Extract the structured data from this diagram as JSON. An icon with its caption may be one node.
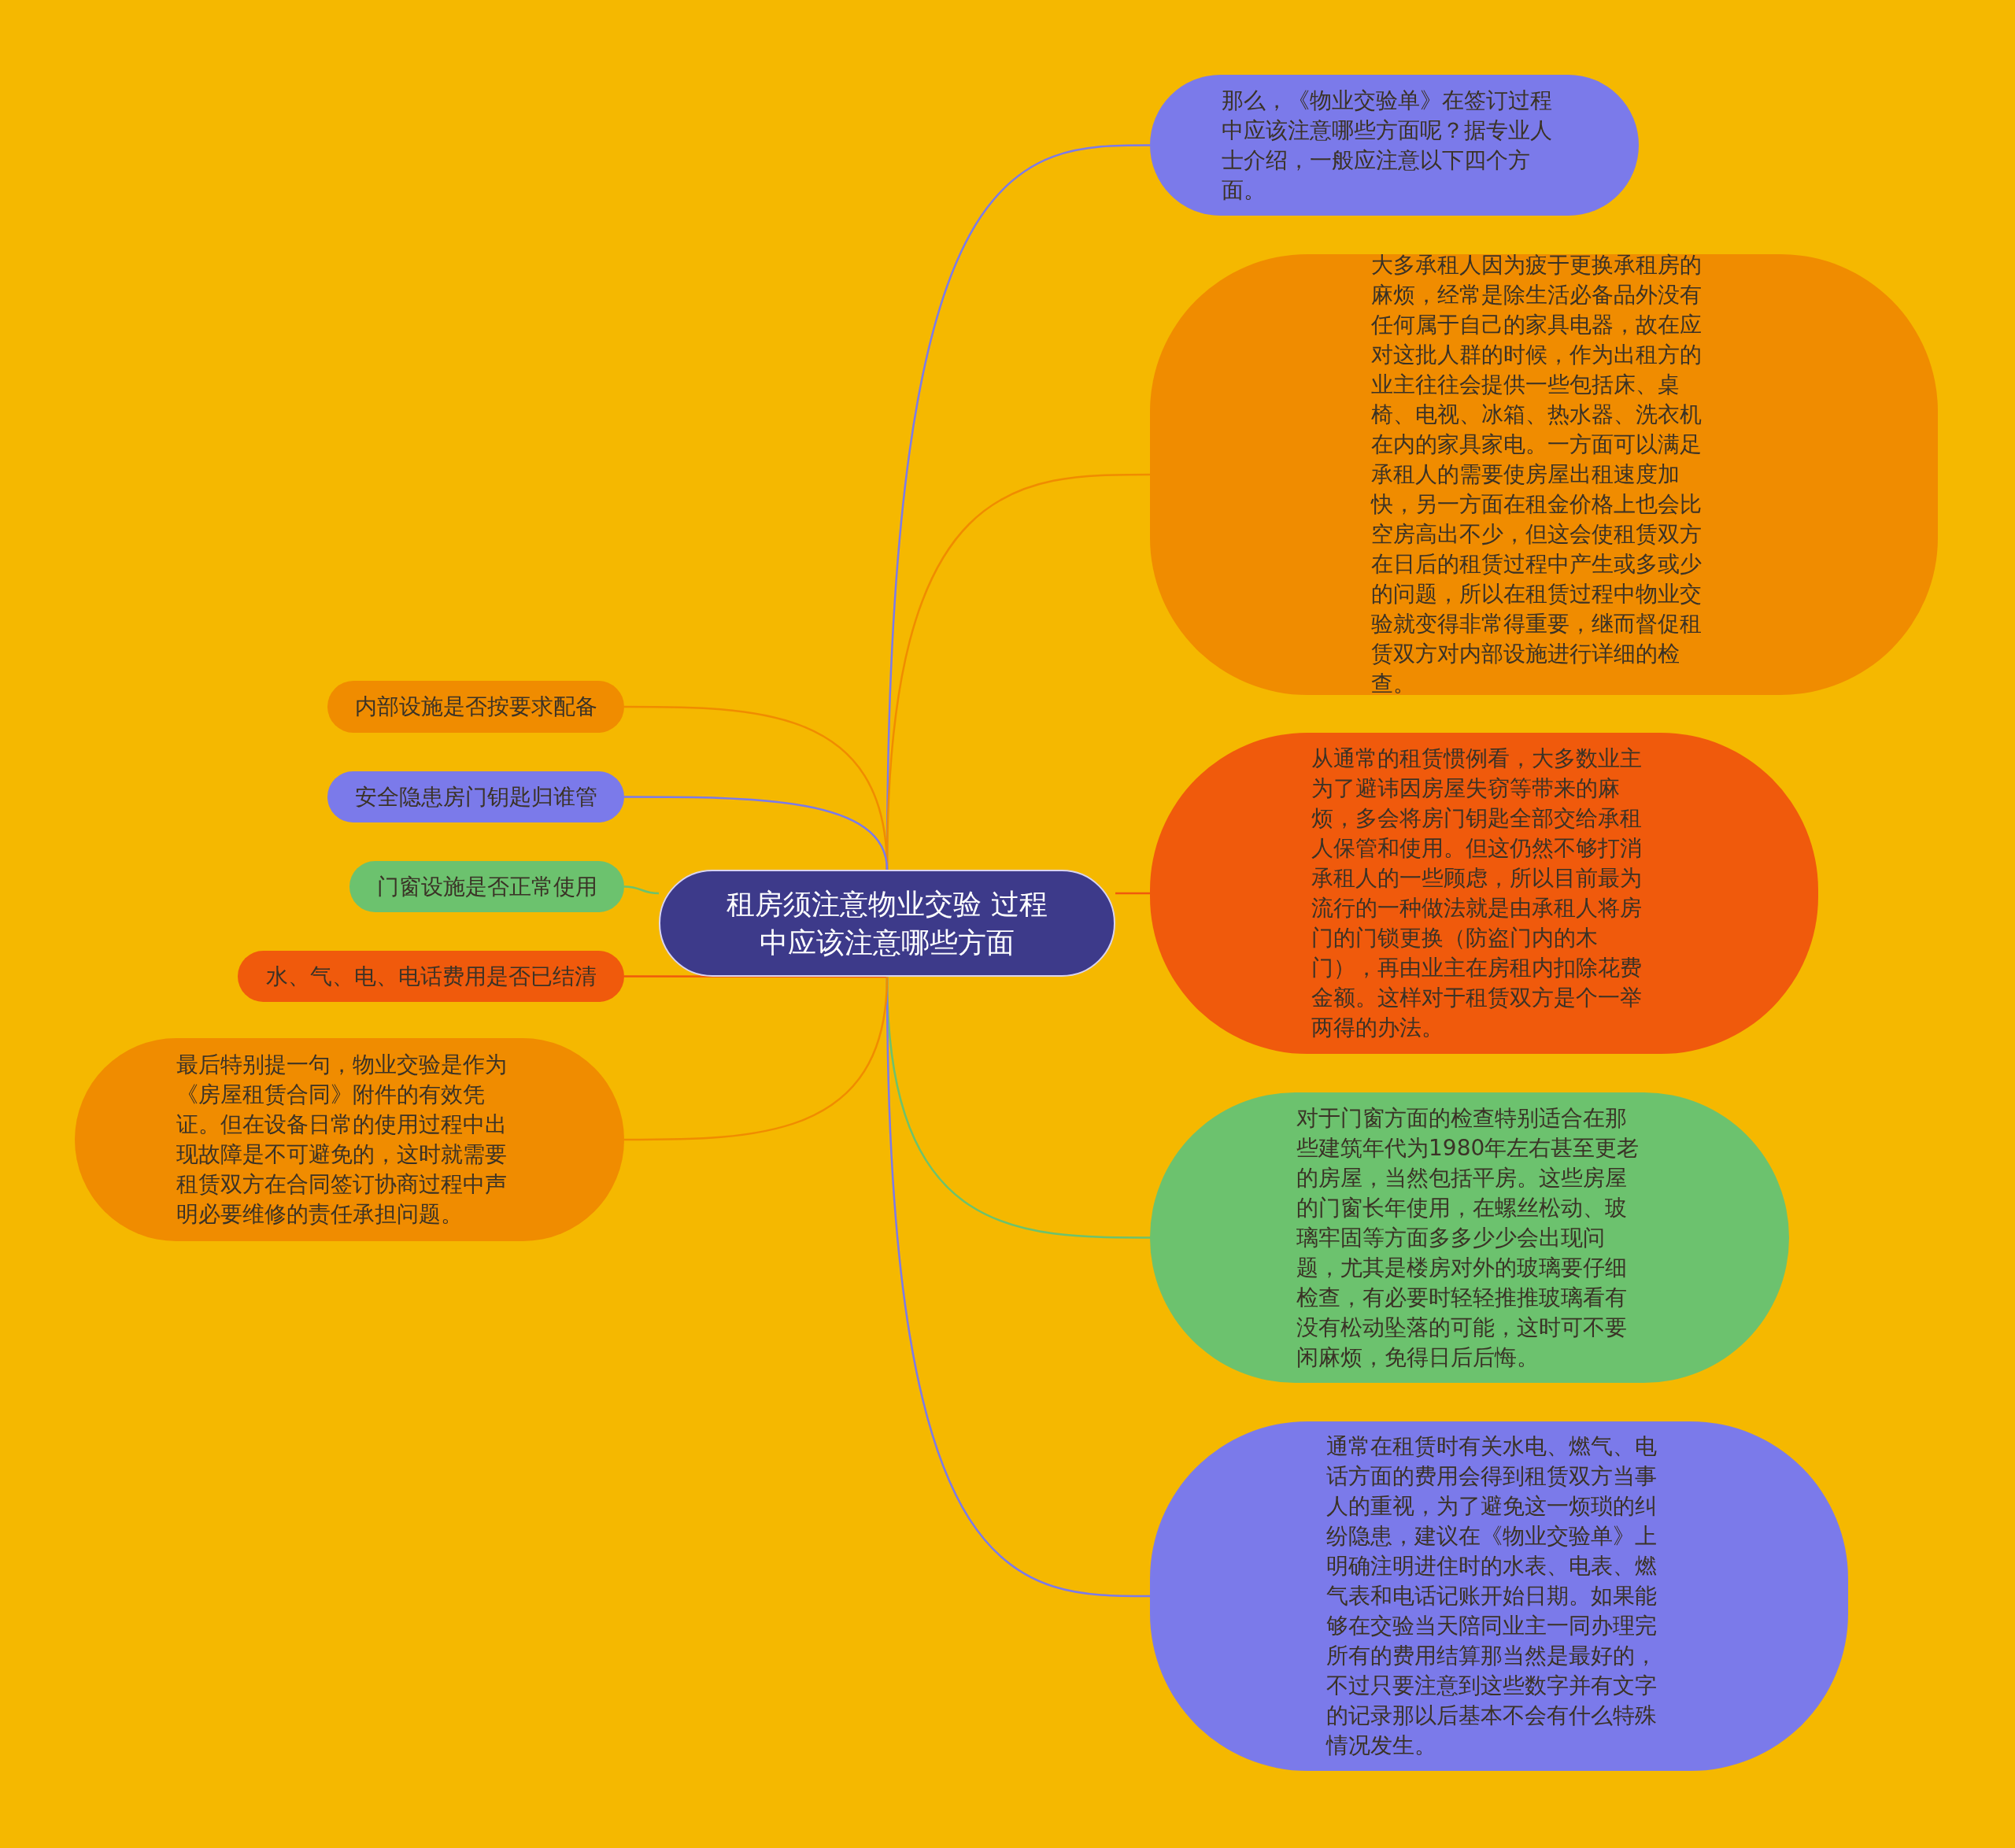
{
  "diagram": {
    "nodes": [
      {
        "text": [
          "租房须注意物业交验 过程中应该注意哪些方面"
        ]
      },
      {
        "text": [
          "那么，《物业交验单》在签订过程中应该注意哪些方面呢？据专业人士介绍，一般应注意以下四个方面。"
        ]
      },
      {
        "text": [
          "大多承租人因为疲于更换承租房的麻烦，经常是除生活必备品外没有任何属于自己的家具电器，故在应对这批人群的时候，作为出租方的业主往往会提供一些包括床、桌椅、电视、冰箱、热水器、洗衣机在内的家具家电。一方面可以满足承租人的需要使房屋出租速度加快，另一方面在租金价格上也会比空房高出不少，但这会使租赁双方在日后的租赁过程中产生或多或少的问题，所以在租赁过程中物业交验就变得非常得重要，继而督促租赁双方对内部设施进行详细的检查。"
        ]
      },
      {
        "text": [
          "从通常的租赁惯例看，大多数业主为了避讳因房屋失窃等带来的麻烦，多会将房门钥匙全部交给承租人保管和使用。但这仍然不够打消承租人的一些顾虑，所以目前最为流行的一种做法就是由承租人将房门的门锁更换（防盗门内的木门），再由业主在房租内扣除花费金额。这样对于租赁双方是个一举两得的办法。"
        ]
      },
      {
        "text": [
          "对于门窗方面的检查特别适合在那些建筑年代为1980年左右甚至更老的房屋，当然包括平房。这些房屋的门窗长年使用，在螺丝松动、玻璃牢固等方面多多少少会出现问题，尤其是楼房对外的玻璃要仔细检查，有必要时轻轻推推玻璃看有没有松动坠落的可能，这时可不要闲麻烦，免得日后后悔。"
        ]
      },
      {
        "text": [
          "通常在租赁时有关水电、燃气、电话方面的费用会得到租赁双方当事人的重视，为了避免这一烦琐的纠纷隐患，建议在《物业交验单》上明确注明进住时的水表、电表、燃气表和电话记账开始日期。如果能够在交验当天陪同业主一同办理完所有的费用结算那当然是最好的，不过只要注意到这些数字并有文字的记录那以后基本不会有什么特殊情况发生。"
        ]
      },
      {
        "text": [
          "内部设施是否按要求配备"
        ]
      },
      {
        "text": [
          "安全隐患房门钥匙归谁管"
        ]
      },
      {
        "text": [
          "门窗设施是否正常使用"
        ]
      },
      {
        "text": [
          "水、气、电、电话费用是否已结清"
        ]
      },
      {
        "text": [
          "最后特别提一句，物业交验是作为《房屋租赁合同》附件的有效凭证。但在设备日常的使用过程中出现故障是不可避免的，这时就需要租赁双方在合同签订协商过程中声明必要维修的责任承担问题。"
        ]
      }
    ],
    "edges": [
      {
        "from": 0,
        "to": 1,
        "arrow": "none",
        "color": "#7b7aea"
      },
      {
        "from": 0,
        "to": 2,
        "arrow": "none",
        "color": "#f08c00"
      },
      {
        "from": 0,
        "to": 3,
        "arrow": "none",
        "color": "#f05a0c"
      },
      {
        "from": 0,
        "to": 4,
        "arrow": "none",
        "color": "#6cc26e"
      },
      {
        "from": 0,
        "to": 5,
        "arrow": "none",
        "color": "#7b7aea"
      },
      {
        "from": 0,
        "to": 6,
        "arrow": "none",
        "color": "#f08c00"
      },
      {
        "from": 0,
        "to": 7,
        "arrow": "none",
        "color": "#7b7aea"
      },
      {
        "from": 0,
        "to": 8,
        "arrow": "none",
        "color": "#6cc26e"
      },
      {
        "from": 0,
        "to": 9,
        "arrow": "none",
        "color": "#f05a0c"
      },
      {
        "from": 0,
        "to": 10,
        "arrow": "none",
        "color": "#f08c00"
      }
    ]
  }
}
